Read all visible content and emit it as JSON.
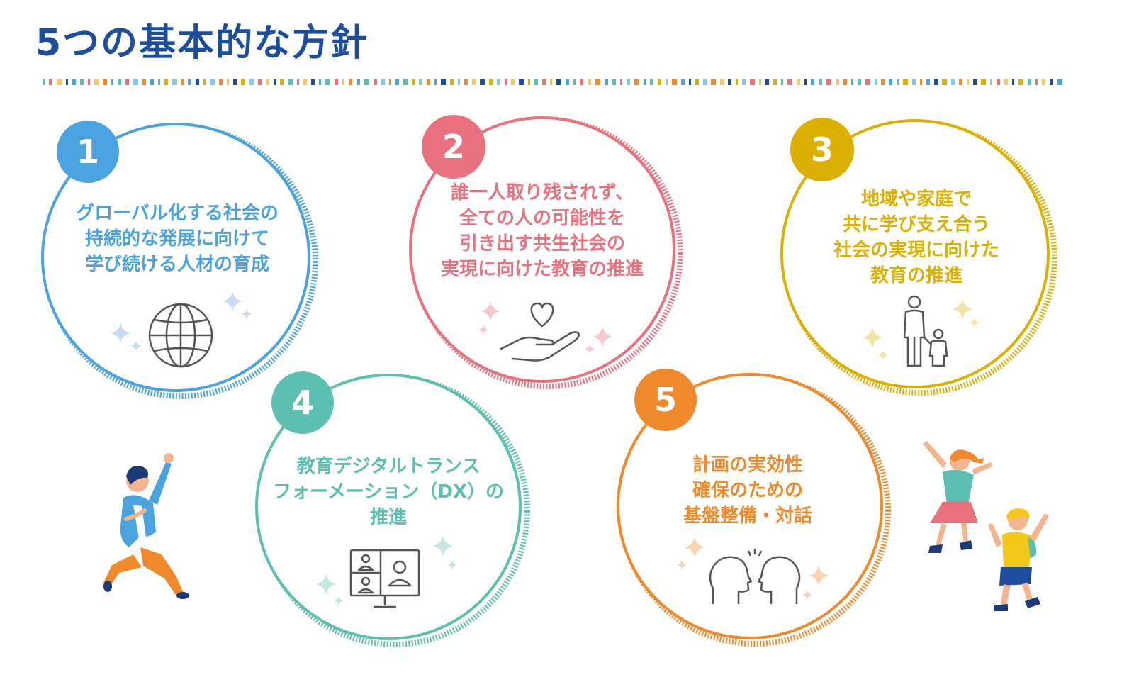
{
  "page": {
    "title": "5つの基本的な方針"
  },
  "colors": {
    "title": "#1d4e9e",
    "p1": "#4aa3df",
    "p2": "#e9717d",
    "p3": "#dcb000",
    "p4": "#5cbfaf",
    "p5": "#ef8a2c",
    "icon": "#555555",
    "dash_palette": [
      "#5cbfaf",
      "#1d4e9e",
      "#ef8a2c",
      "#e9717d",
      "#dcb000",
      "#4aa3df",
      "#f4c86a",
      "#86c8ea"
    ]
  },
  "policies": [
    {
      "number": "1",
      "lines": [
        "グローバル化する社会の",
        "持続的な発展に向けて",
        "学び続ける人材の育成"
      ],
      "icon": "globe-icon"
    },
    {
      "number": "2",
      "lines": [
        "誰一人取り残されず、",
        "全ての人の可能性を",
        "引き出す共生社会の",
        "実現に向けた教育の推進"
      ],
      "icon": "heart-in-hand-icon"
    },
    {
      "number": "3",
      "lines": [
        "地域や家庭で",
        "共に学び支え合う",
        "社会の実現に向けた",
        "教育の推進"
      ],
      "icon": "parent-child-icon"
    },
    {
      "number": "4",
      "lines": [
        "教育デジタルトランス",
        "フォーメーション（DX）の",
        "推進"
      ],
      "icon": "video-conference-icon"
    },
    {
      "number": "5",
      "lines": [
        "計画の実効性",
        "確保のための",
        "基盤整備・対話"
      ],
      "icon": "dialogue-heads-icon"
    }
  ]
}
